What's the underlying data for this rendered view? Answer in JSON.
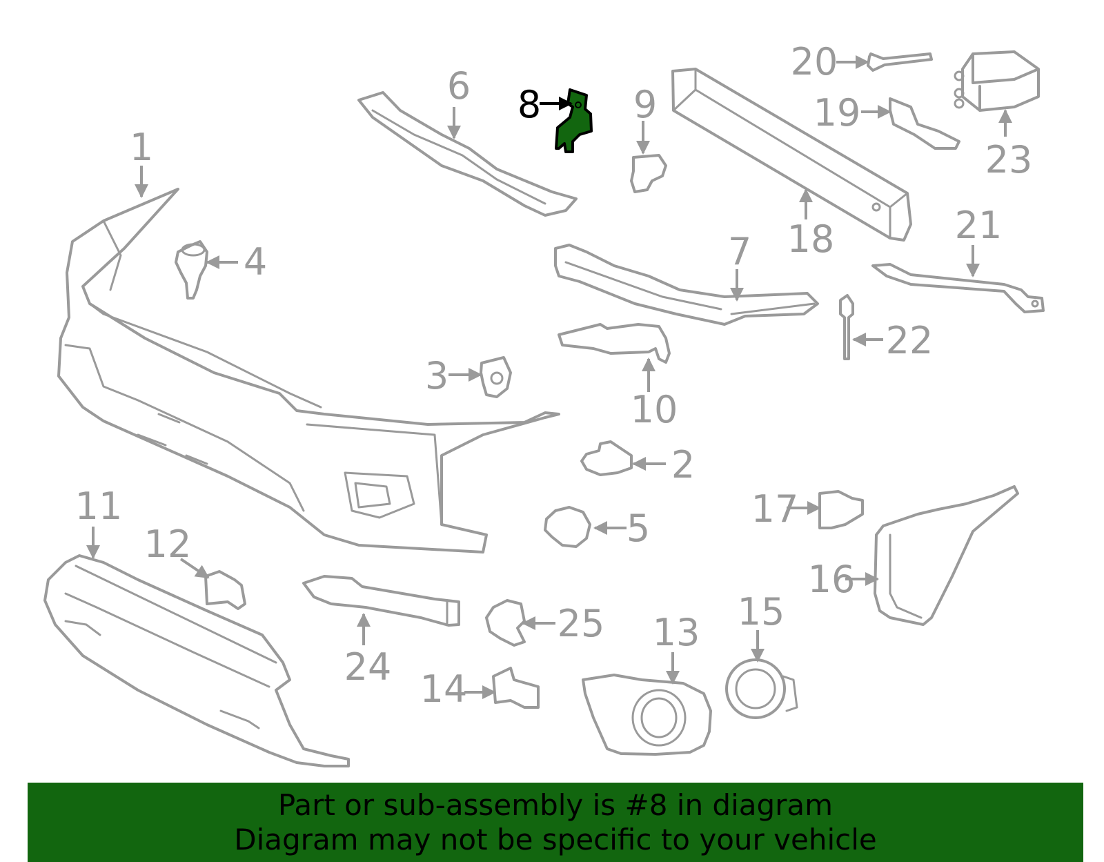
{
  "colors": {
    "highlight": "#12660f",
    "outline": "#9a9a9a",
    "banner_bg": "#12660f",
    "banner_text": "#000000"
  },
  "callouts": {
    "c1": "1",
    "c2": "2",
    "c3": "3",
    "c4": "4",
    "c5": "5",
    "c6": "6",
    "c7": "7",
    "c8": "8",
    "c9": "9",
    "c10": "10",
    "c11": "11",
    "c12": "12",
    "c13": "13",
    "c14": "14",
    "c15": "15",
    "c16": "16",
    "c17": "17",
    "c18": "18",
    "c19": "19",
    "c20": "20",
    "c21": "21",
    "c22": "22",
    "c23": "23",
    "c24": "24",
    "c25": "25"
  },
  "highlighted_part": "8",
  "banner": {
    "line1": "Part or sub-assembly is #8 in diagram",
    "line2": "Diagram may not be specific to your vehicle"
  }
}
